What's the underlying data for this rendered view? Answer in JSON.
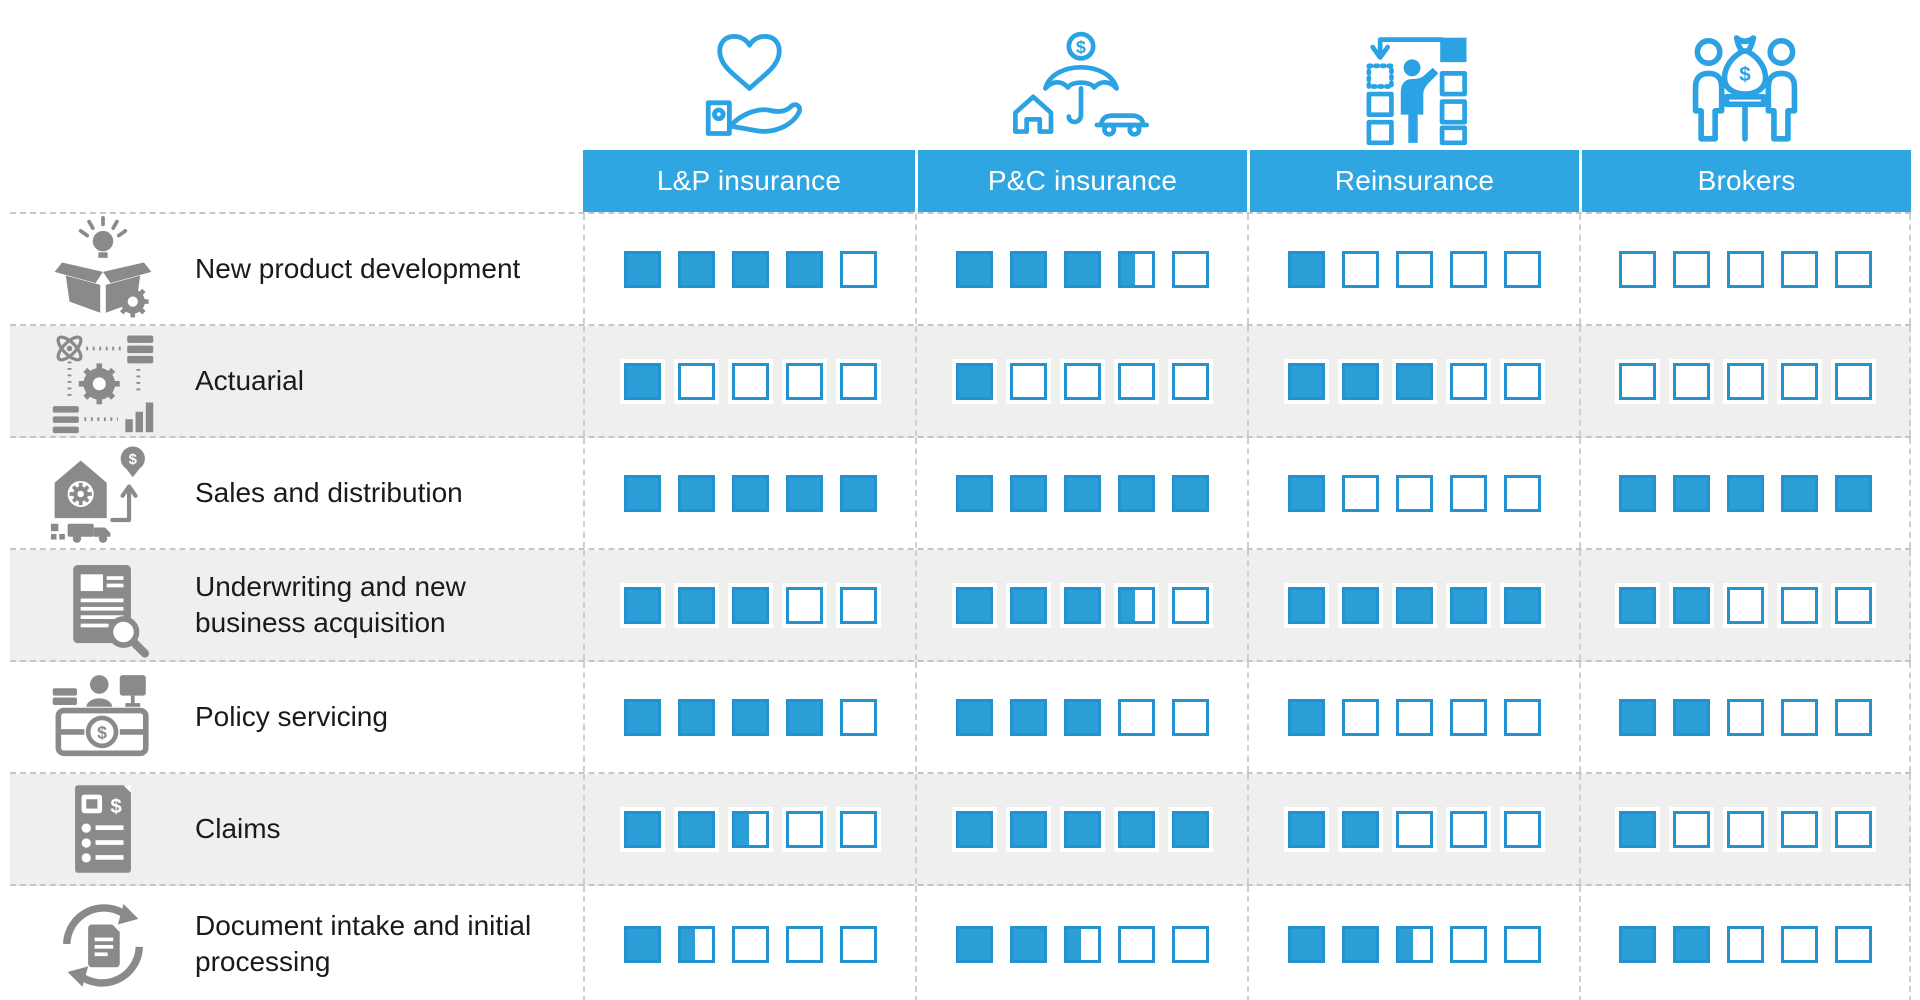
{
  "palette": {
    "header_blue": "#2FA6E1",
    "square_fill": "#2D9FD8",
    "square_border": "#2293CE",
    "icon_blue": "#2AA2E3",
    "icon_gray": "#8A8A8A",
    "row_alt_bg": "#EFEFEF",
    "dash_gray": "#C6C6C6",
    "header_text": "#FFFFFF",
    "label_text": "#1A1A1A"
  },
  "header": {
    "columns": [
      {
        "label": "L&P insurance",
        "icon": "heart-in-hand-icon"
      },
      {
        "label": "P&C insurance",
        "icon": "umbrella-house-car-icon"
      },
      {
        "label": "Reinsurance",
        "icon": "person-sorting-blocks-icon"
      },
      {
        "label": "Brokers",
        "icon": "two-people-money-bag-icon"
      }
    ]
  },
  "rows": [
    {
      "label": "New product development",
      "icon": "open-box-lightbulb-gear-icon"
    },
    {
      "label": "Actuarial",
      "icon": "gear-network-analytics-icon"
    },
    {
      "label": "Sales and distribution",
      "icon": "house-gear-truck-dollar-icon"
    },
    {
      "label": "Underwriting and new business acquisition",
      "icon": "document-magnifier-icon"
    },
    {
      "label": "Policy servicing",
      "icon": "service-desk-dollar-icon"
    },
    {
      "label": "Claims",
      "icon": "claims-checklist-document-icon"
    },
    {
      "label": "Document intake and initial processing",
      "icon": "document-cycle-arrows-icon"
    }
  ],
  "chart_data": {
    "type": "table",
    "subtype": "capability-rating-matrix",
    "max_rating": 5,
    "rating_unit": "filled squares out of 5 (halves allowed)",
    "legend_position": "none",
    "columns": [
      "L&P insurance",
      "P&C insurance",
      "Reinsurance",
      "Brokers"
    ],
    "rows": [
      "New product development",
      "Actuarial",
      "Sales and distribution",
      "Underwriting and new business acquisition",
      "Policy servicing",
      "Claims",
      "Document intake and initial processing"
    ],
    "series": [
      {
        "row": "New product development",
        "values": [
          4,
          3.5,
          1,
          0
        ]
      },
      {
        "row": "Actuarial",
        "values": [
          1,
          1,
          3,
          0
        ]
      },
      {
        "row": "Sales and distribution",
        "values": [
          5,
          5,
          1,
          5
        ]
      },
      {
        "row": "Underwriting and new business acquisition",
        "values": [
          3,
          3.5,
          5,
          2
        ]
      },
      {
        "row": "Policy servicing",
        "values": [
          4,
          3,
          1,
          2
        ]
      },
      {
        "row": "Claims",
        "values": [
          2.5,
          5,
          2,
          1
        ]
      },
      {
        "row": "Document intake and initial processing",
        "values": [
          1.5,
          2.5,
          2.5,
          2
        ]
      }
    ]
  }
}
